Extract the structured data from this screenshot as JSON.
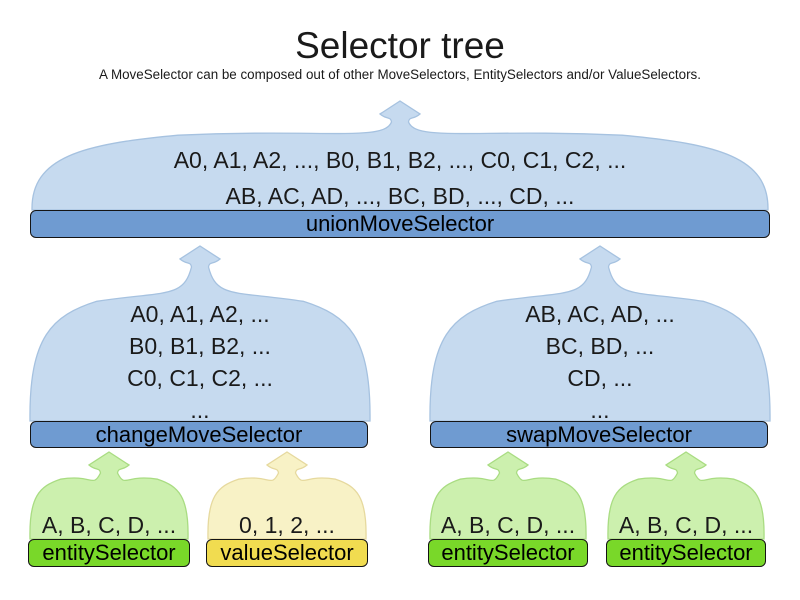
{
  "header": {
    "title": "Selector tree",
    "subtitle": "A MoveSelector can be composed out of other MoveSelectors, EntitySelectors and/or ValueSelectors."
  },
  "schemes": {
    "blue": {
      "fill": "#c6daef",
      "stroke": "#a6c2e0",
      "bar": "#6f9bd1"
    },
    "green": {
      "fill": "#ccf0ae",
      "stroke": "#a9dc82",
      "bar": "#79d829"
    },
    "yellow": {
      "fill": "#f8f2c6",
      "stroke": "#e6d99e",
      "bar": "#f1dc50"
    }
  },
  "nodes": [
    {
      "id": "union",
      "label": "unionMoveSelector",
      "scheme": "blue",
      "lines": [
        "A0, A1, A2, ..., B0, B1, B2, ..., C0, C1, C2, ...",
        "AB, AC, AD, ..., BC, BD, ..., CD, ..."
      ]
    },
    {
      "id": "change",
      "label": "changeMoveSelector",
      "scheme": "blue",
      "lines": [
        "A0, A1, A2, ...",
        "B0, B1, B2, ...",
        "C0, C1, C2, ...",
        "..."
      ]
    },
    {
      "id": "swap",
      "label": "swapMoveSelector",
      "scheme": "blue",
      "lines": [
        "AB, AC, AD, ...",
        "BC, BD, ...",
        "CD, ...",
        "..."
      ]
    },
    {
      "id": "entity-1",
      "label": "entitySelector",
      "scheme": "green",
      "lines": [
        "A, B, C, D, ..."
      ]
    },
    {
      "id": "value-1",
      "label": "valueSelector",
      "scheme": "yellow",
      "lines": [
        "0, 1, 2, ..."
      ]
    },
    {
      "id": "entity-2",
      "label": "entitySelector",
      "scheme": "green",
      "lines": [
        "A, B, C, D, ..."
      ]
    },
    {
      "id": "entity-3",
      "label": "entitySelector",
      "scheme": "green",
      "lines": [
        "A, B, C, D, ..."
      ]
    }
  ]
}
